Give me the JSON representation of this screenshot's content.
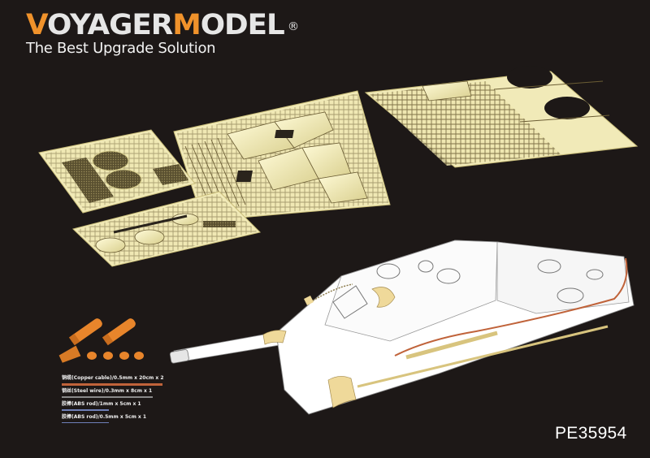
{
  "brand": {
    "logo_part1_accent": "V",
    "logo_part1_rest": "OYAGER",
    "logo_part2_accent": "M",
    "logo_part2_rest": "ODEL",
    "registered_mark": "®",
    "tagline": "The Best Upgrade Solution",
    "accent_color": "#f0922b"
  },
  "product": {
    "code": "PE35954"
  },
  "materials_legend": [
    {
      "label": "铜缆(Copper cable)/0.5mm x 20cm x 2",
      "line_color": "#c0633a"
    },
    {
      "label": "钢丝(Steel wire)/0.3mm x 8cm x 1",
      "line_color": "#8a8a8a"
    },
    {
      "label": "胶棒(ABS rod)/1mm x 5cm x 1",
      "line_color": "#6f7fb8"
    },
    {
      "label": "胶棒(ABS rod)/0.5mm x 5cm x 1",
      "line_color": "#6f7fb8"
    }
  ],
  "colors": {
    "background": "#1d1817",
    "brass_fret": "#f1eab8",
    "brass_dark": "#6e6138",
    "resin_parts": "#e8852b",
    "hull": "#ffffff",
    "tan_parts": "#efd99a"
  }
}
